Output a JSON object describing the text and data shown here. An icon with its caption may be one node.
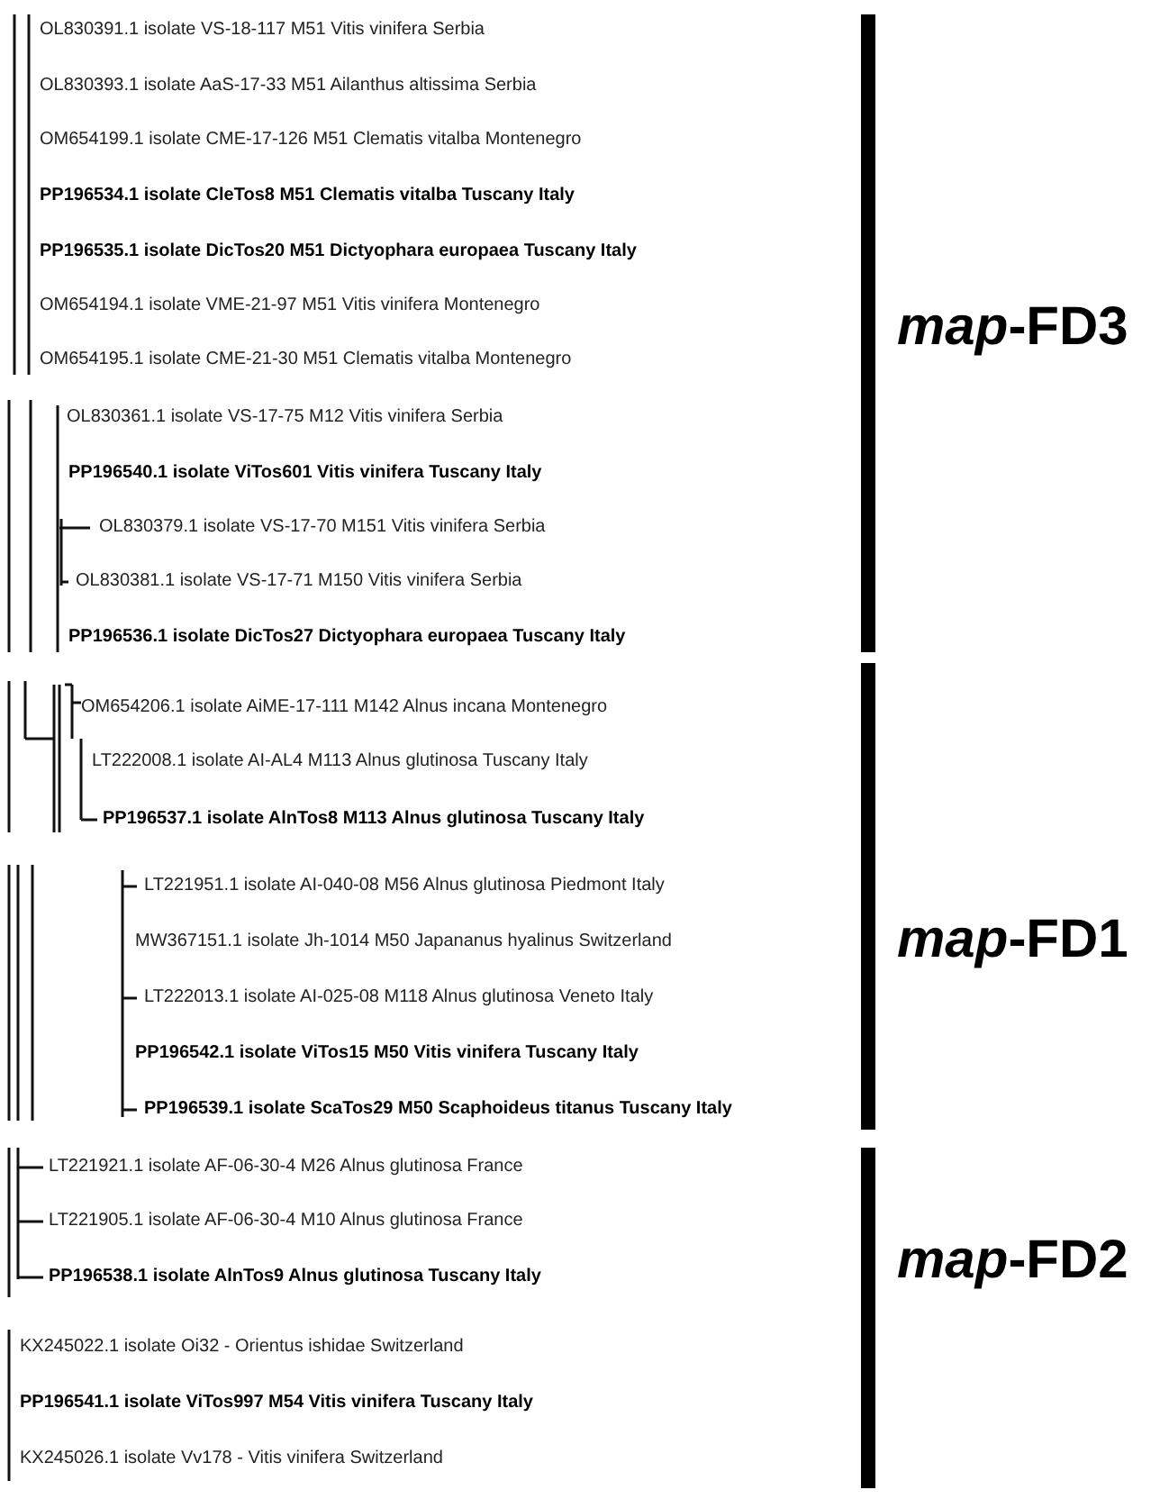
{
  "diagram": {
    "labels": [
      "OL830391.1 isolate VS-18-117 M51 Vitis vinifera Serbia",
      "OL830393.1 isolate AaS-17-33 M51 Ailanthus altissima Serbia",
      "OM654199.1 isolate CME-17-126 M51 Clematis vitalba Montenegro",
      "PP196534.1 isolate CleTos8 M51 Clematis vitalba Tuscany Italy",
      "PP196535.1 isolate DicTos20 M51 Dictyophara europaea Tuscany Italy",
      "OM654194.1 isolate VME-21-97 M51 Vitis vinifera Montenegro",
      "OM654195.1 isolate CME-21-30 M51 Clematis vitalba Montenegro",
      "OL830361.1 isolate VS-17-75 M12 Vitis vinifera Serbia",
      "PP196540.1 isolate ViTos601 Vitis vinifera Tuscany Italy",
      "OL830379.1 isolate VS-17-70 M151 Vitis vinifera Serbia",
      "OL830381.1 isolate VS-17-71 M150 Vitis vinifera Serbia",
      "PP196536.1 isolate DicTos27 Dictyophara europaea Tuscany Italy",
      "OM654206.1 isolate AiME-17-111 M142 Alnus incana Montenegro",
      "LT222008.1 isolate AI-AL4 M113 Alnus glutinosa Tuscany Italy",
      "PP196537.1 isolate AlnTos8 M113 Alnus glutinosa Tuscany Italy",
      "LT221951.1 isolate AI-040-08 M56 Alnus glutinosa Piedmont Italy",
      "MW367151.1 isolate Jh-1014 M50 Japananus hyalinus Switzerland",
      "LT222013.1 isolate AI-025-08 M118 Alnus glutinosa Veneto Italy",
      "PP196542.1 isolate ViTos15 M50 Vitis vinifera Tuscany Italy",
      "PP196539.1 isolate ScaTos29 M50 Scaphoideus titanus Tuscany Italy",
      "LT221921.1 isolate AF-06-30-4 M26 Alnus glutinosa France",
      "LT221905.1 isolate AF-06-30-4 M10 Alnus glutinosa France",
      "PP196538.1 isolate AlnTos9 Alnus glutinosa Tuscany Italy",
      "KX245022.1 isolate Oi32 - Orientus ishidae Switzerland",
      "PP196541.1 isolate ViTos997 M54 Vitis vinifera Tuscany Italy",
      "KX245026.1 isolate Vv178 - Vitis vinifera Switzerland",
      "*map*-FD3",
      "*map*-FD1",
      "*map*-FD2"
    ]
  }
}
